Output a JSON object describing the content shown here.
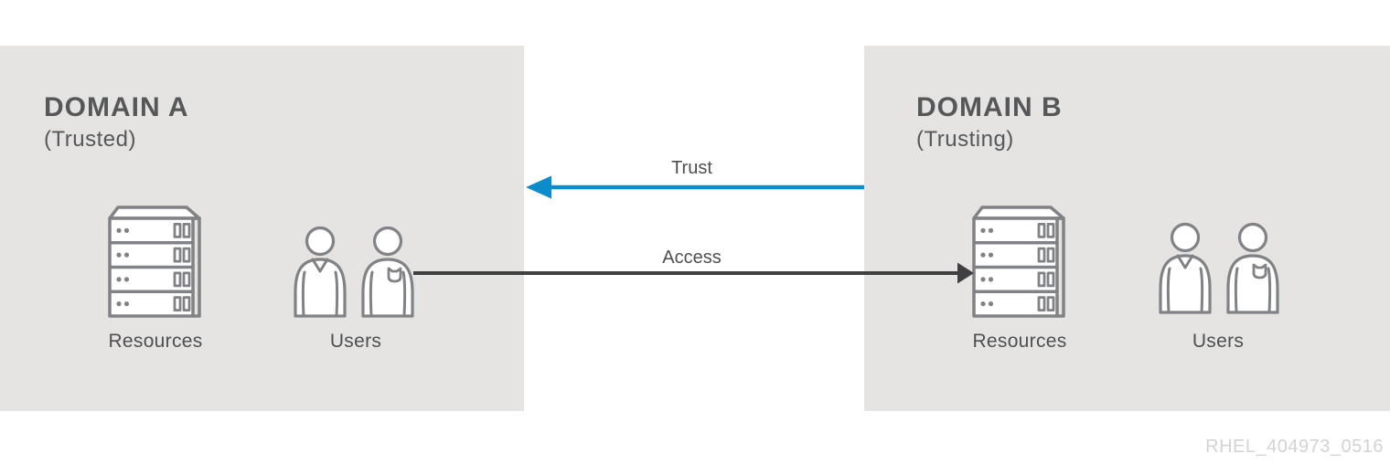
{
  "colors": {
    "box_bg": "#e5e4e3",
    "title_text": "#565759",
    "label_text": "#4e4f51",
    "icon_stroke": "#808285",
    "accent_blue": "#0b8ccb",
    "arrow_dark": "#404042",
    "watermark": "#d3d3d2"
  },
  "domain_a": {
    "title": "DOMAIN A",
    "subtitle": "(Trusted)",
    "resources_label": "Resources",
    "users_label": "Users"
  },
  "domain_b": {
    "title": "DOMAIN B",
    "subtitle": "(Trusting)",
    "resources_label": "Resources",
    "users_label": "Users"
  },
  "arrows": {
    "trust": {
      "label": "Trust",
      "direction": "right-to-left"
    },
    "access": {
      "label": "Access",
      "direction": "left-to-right"
    }
  },
  "icons": {
    "resources": "server-rack-icon",
    "users": "user-group-icon"
  },
  "watermark": "RHEL_404973_0516"
}
